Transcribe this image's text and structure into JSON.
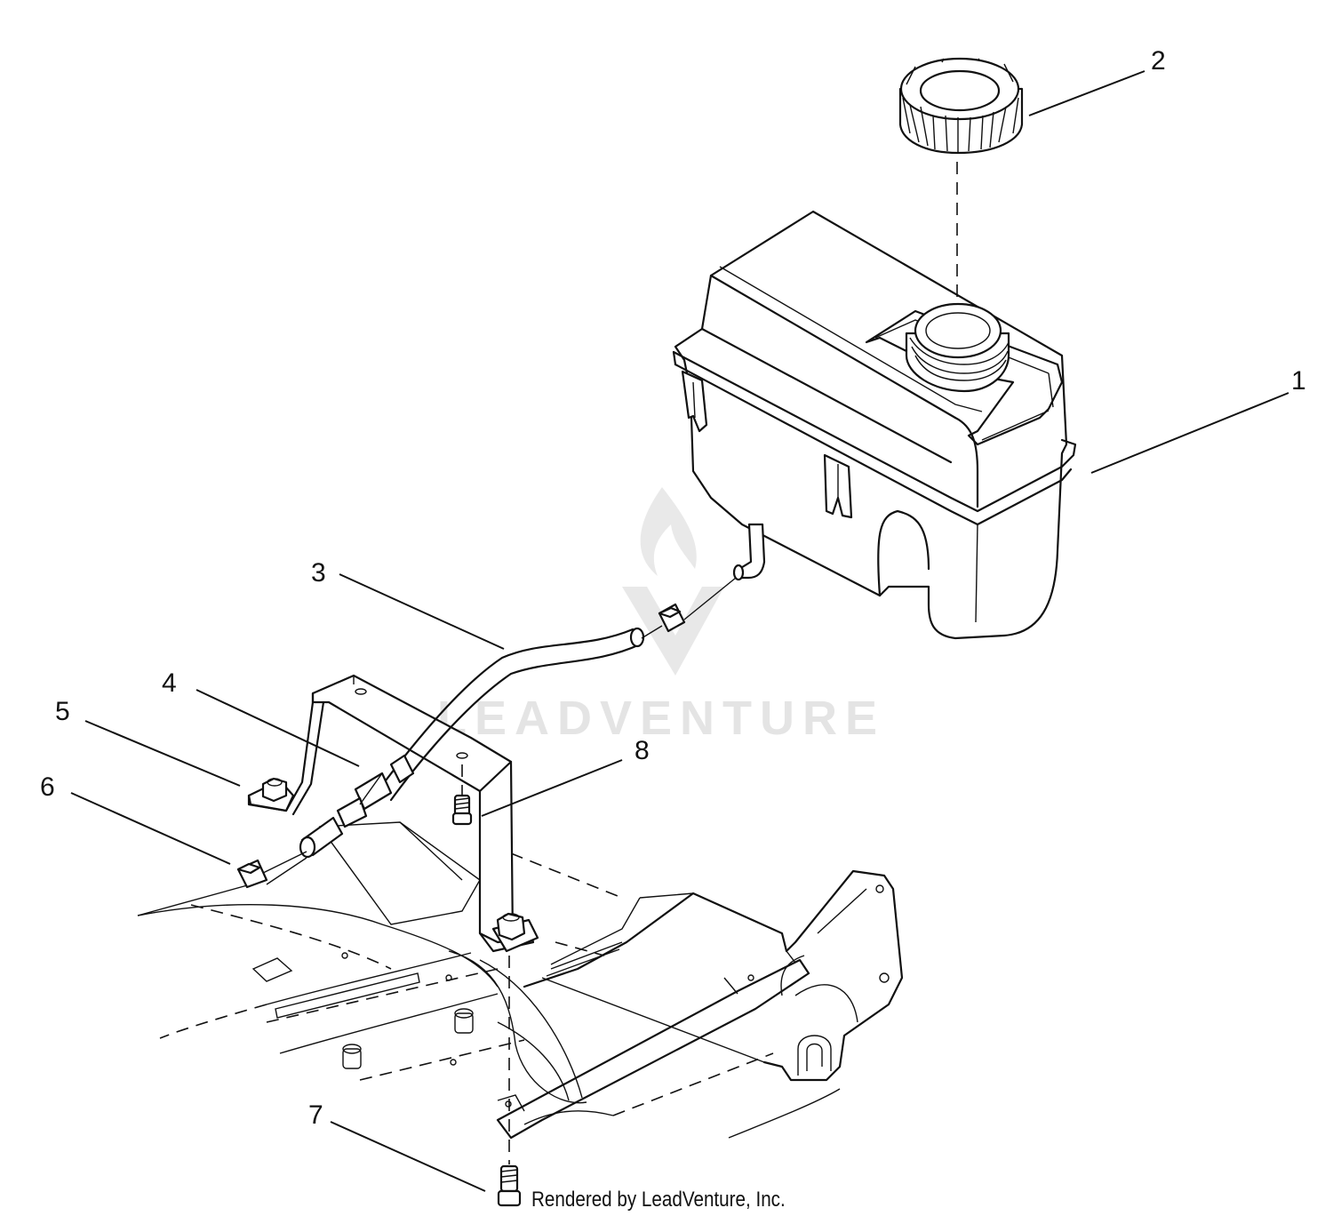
{
  "diagram": {
    "callouts": [
      {
        "id": "1",
        "label": "1"
      },
      {
        "id": "2",
        "label": "2"
      },
      {
        "id": "3",
        "label": "3"
      },
      {
        "id": "4",
        "label": "4"
      },
      {
        "id": "5",
        "label": "5"
      },
      {
        "id": "6",
        "label": "6"
      },
      {
        "id": "7",
        "label": "7"
      },
      {
        "id": "8",
        "label": "8"
      }
    ],
    "watermark": {
      "text": "LEADVENTURE"
    },
    "credit": "Rendered by LeadVenture, Inc."
  }
}
